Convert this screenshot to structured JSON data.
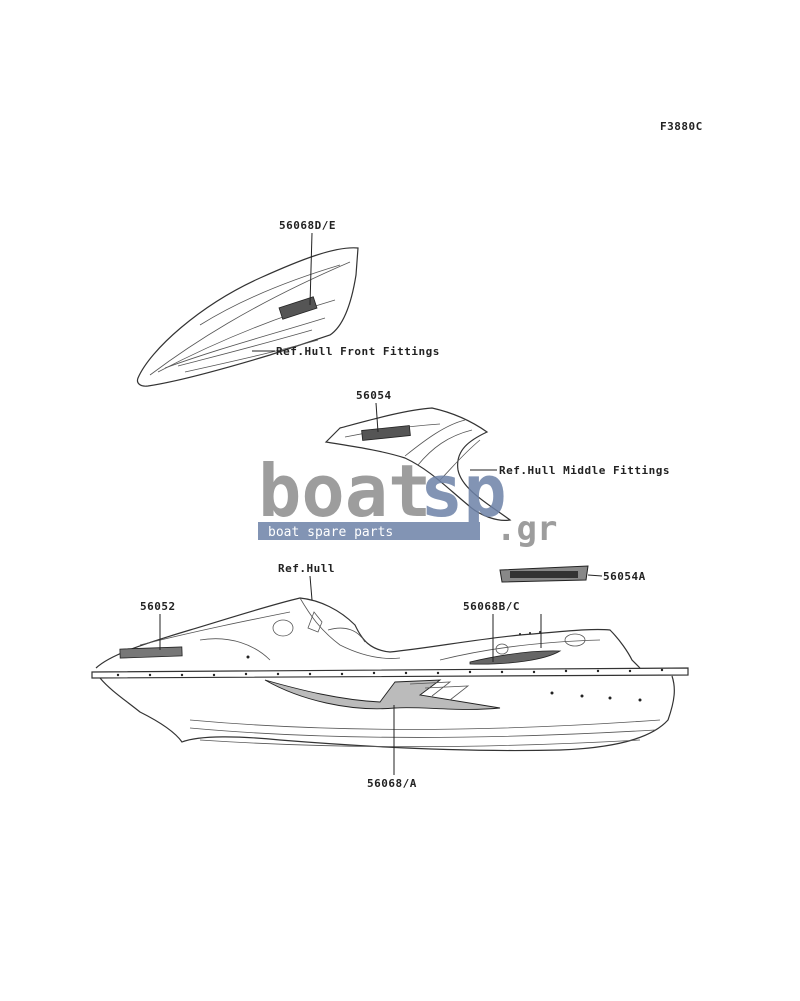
{
  "figure_code": "F3880C",
  "labels": {
    "p56068de": "56068D/E",
    "ref_front": "Ref.Hull Front Fittings",
    "p56054": "56054",
    "ref_middle": "Ref.Hull Middle Fittings",
    "ref_hull": "Ref.Hull",
    "p56054a": "56054A",
    "p56052": "56052",
    "p56068bc": "56068B/C",
    "p56068a": "56068/A"
  },
  "watermark": {
    "word_left": "boat",
    "word_right": "sp",
    "suffix": ".gr",
    "tagline": "boat spare parts"
  },
  "colors": {
    "watermark_gray": "#8c8c8c",
    "watermark_blue": "#6d82a8",
    "line": "#222222"
  }
}
